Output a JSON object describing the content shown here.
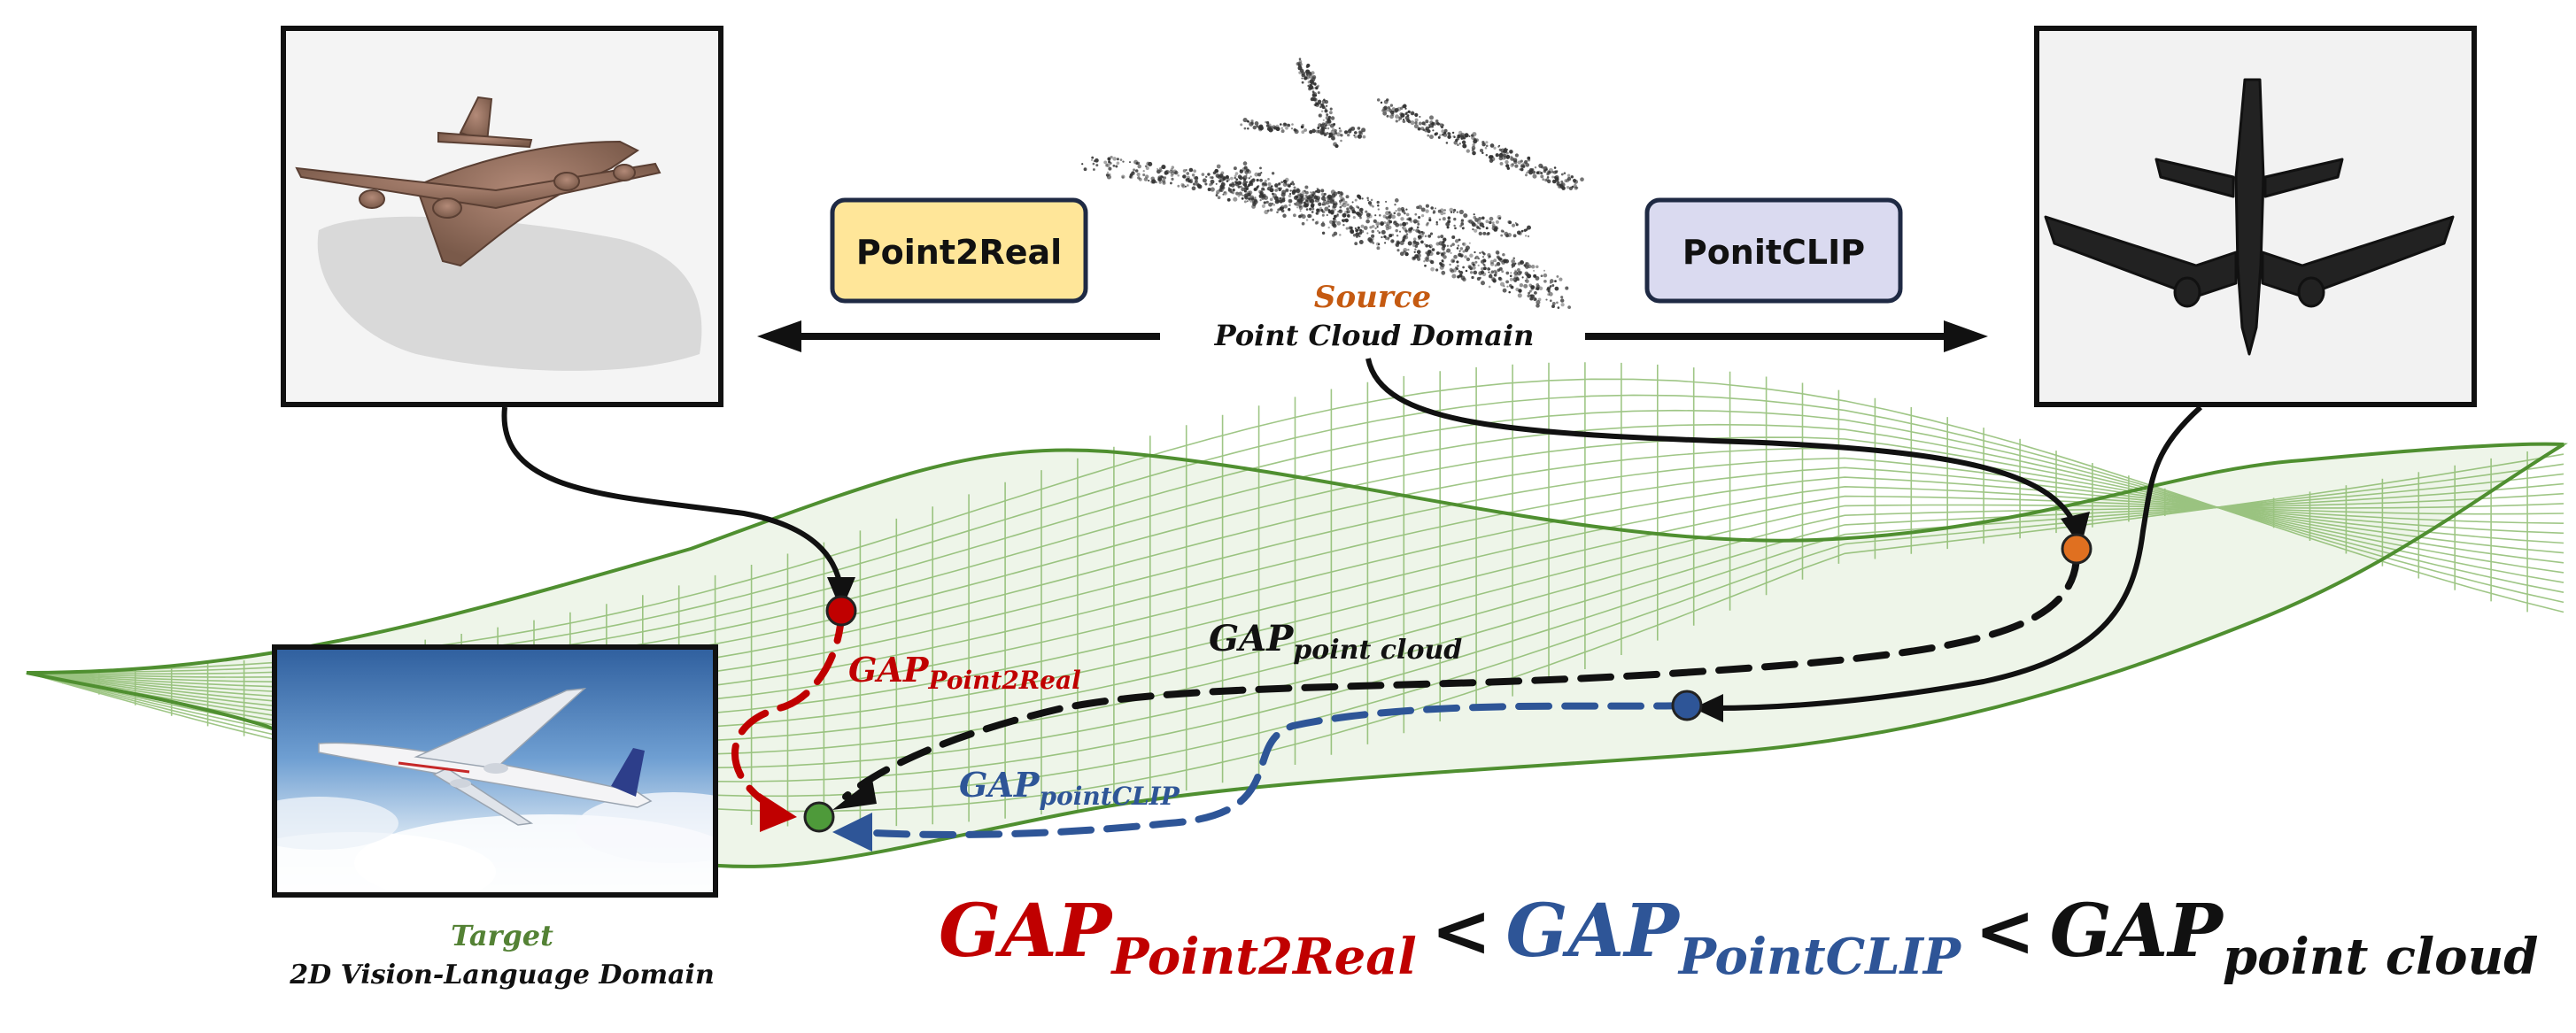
{
  "colors": {
    "manifold": "#5a9e3a",
    "point2real": "#c00000",
    "pointclip": "#2e5597",
    "pointcloud": "#111111",
    "source": "#c55a11",
    "target": "#548235",
    "point2real_box": "#ffe699",
    "pointclip_box": "#dadaf0"
  },
  "labels": {
    "point2real_method": "Point2Real",
    "pointclip_method": "PonitCLIP",
    "source_title": "Source",
    "source_subtitle": "Point Cloud Domain",
    "target_title": "Target",
    "target_subtitle": "2D Vision-Language Domain"
  },
  "gaps": {
    "point2real": {
      "main": "GAP",
      "sub": "Point2Real"
    },
    "pointcloud": {
      "main": "GAP",
      "sub": "point cloud"
    },
    "pointclip": {
      "main": "GAP",
      "sub": "pointCLIP"
    }
  },
  "equation": {
    "term1": {
      "main": "GAP",
      "sub": "Point2Real"
    },
    "op1": "<",
    "term2": {
      "main": "GAP",
      "sub": "PointCLIP"
    },
    "op2": "<",
    "term3": {
      "main": "GAP",
      "sub": "point cloud"
    }
  },
  "images": {
    "rendered_airplane": "rendered-airplane-image",
    "point_cloud_airplane": "point-cloud-airplane-image",
    "projected_depth_airplane": "projected-depth-map-airplane-image",
    "real_airplane_photo": "real-airplane-photo-image"
  }
}
